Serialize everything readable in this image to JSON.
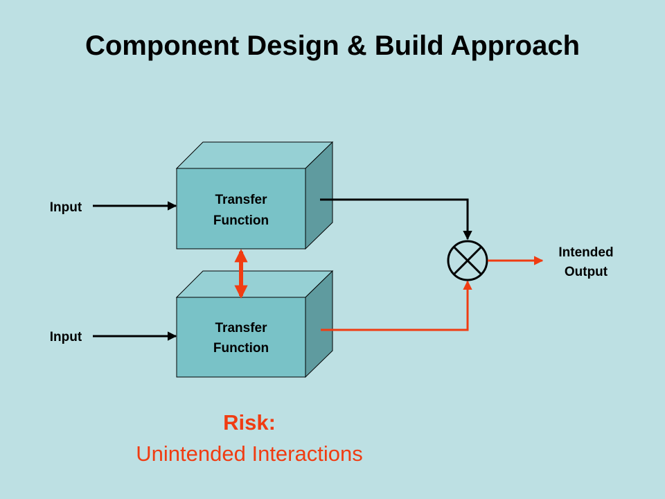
{
  "title": "Component Design & Build Approach",
  "diagram": {
    "box_top": {
      "line1": "Transfer",
      "line2": "Function"
    },
    "box_bottom": {
      "line1": "Transfer",
      "line2": "Function"
    },
    "input_top": "Input",
    "input_bottom": "Input",
    "output": {
      "line1": "Intended",
      "line2": "Output"
    }
  },
  "risk": {
    "label": "Risk:",
    "text": "Unintended Interactions"
  },
  "colors": {
    "background": "#bde0e3",
    "box_front": "#79c2c7",
    "box_top": "#96d0d4",
    "box_side": "#5f9b9f",
    "risk": "#f03c12"
  }
}
